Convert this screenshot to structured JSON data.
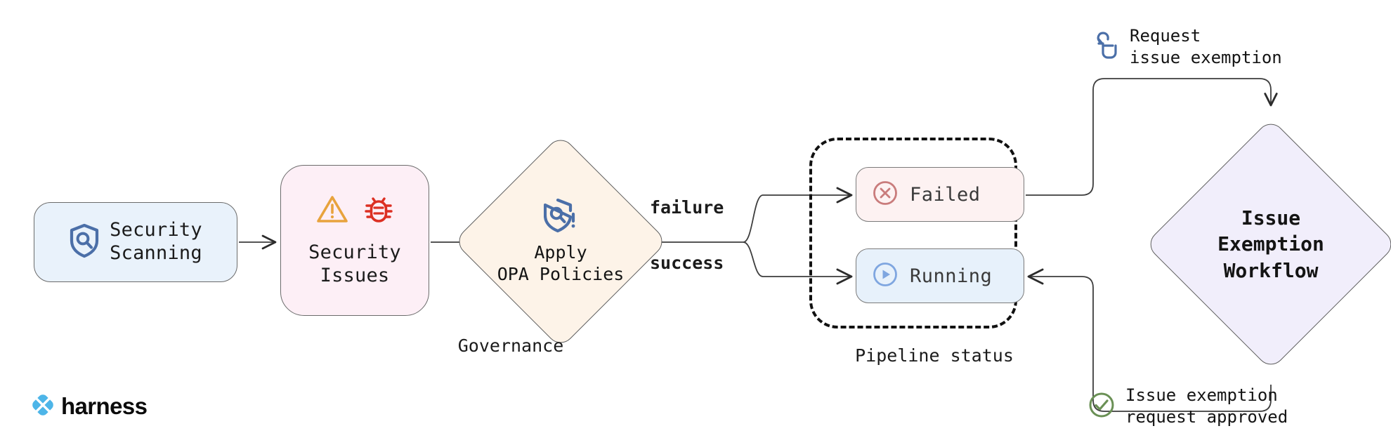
{
  "diagram": {
    "title": "Security scanning governance and issue exemption workflow",
    "background": "#ffffff"
  },
  "nodes": {
    "security_scanning": {
      "label": "Security\nScanning",
      "icon": "shield-search-icon",
      "fill": "#e9f2fb",
      "icon_color": "#4b6fa8"
    },
    "security_issues": {
      "label": "Security\nIssues",
      "icons": [
        "warning-triangle-icon",
        "bug-icon"
      ],
      "fill": "#fdeff6",
      "warning_color": "#e8a33d",
      "bug_color": "#dc3023"
    },
    "apply_opa_policies": {
      "label": "Apply\nOPA Policies",
      "caption": "Governance",
      "icon": "shield-alert-search-icon",
      "fill": "#fdf3e8",
      "icon_color": "#4b6fa8"
    },
    "issue_exemption_workflow": {
      "label": "Issue\nExemption\nWorkflow",
      "fill": "#f1eefb"
    }
  },
  "edges": {
    "failure_label": "failure",
    "success_label": "success"
  },
  "pipeline_group": {
    "caption": "Pipeline status",
    "border_style": "dashed",
    "statuses": [
      {
        "label": "Failed",
        "icon": "x-circle-icon",
        "fill": "#fdf2f2",
        "icon_color": "#c97c7c"
      },
      {
        "label": "Running",
        "icon": "play-circle-icon",
        "fill": "#e7f1fb",
        "icon_color": "#7fa6e0"
      }
    ]
  },
  "annotations": [
    {
      "text": "Request\nissue exemption",
      "icon": "click-hand-icon",
      "icon_color": "#4b6fa8"
    },
    {
      "text": "Issue exemption\nrequest approved",
      "icon": "check-circle-icon",
      "icon_color": "#6a9055"
    }
  ],
  "brand": {
    "name": "harness",
    "logo": "harness-logo-icon",
    "logo_color": "#4db5e8"
  }
}
